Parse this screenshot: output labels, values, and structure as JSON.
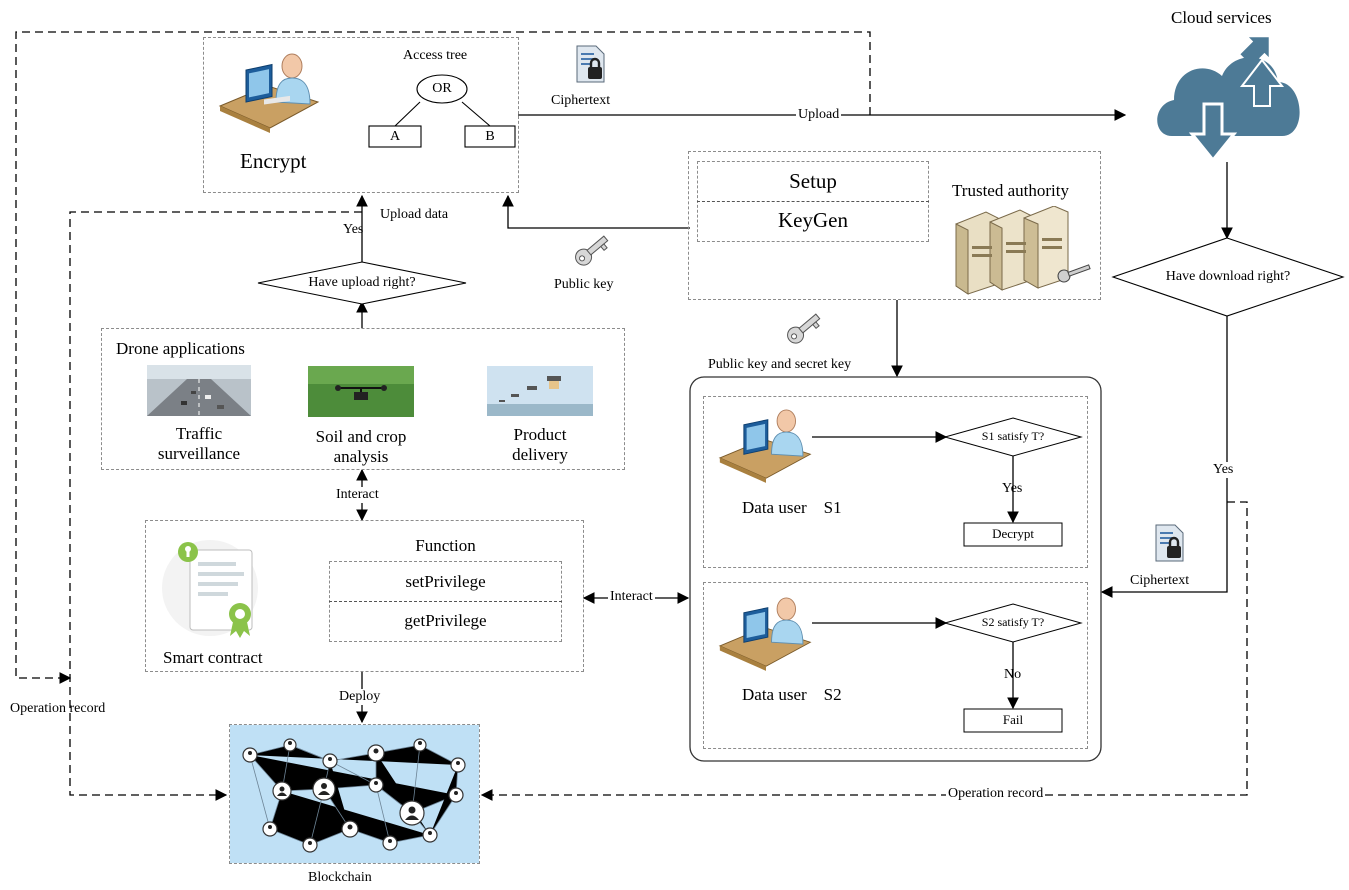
{
  "cloud": {
    "title": "Cloud services"
  },
  "encrypt": {
    "label": "Encrypt",
    "access_tree_title": "Access tree",
    "or_node": "OR",
    "leaf_a": "A",
    "leaf_b": "B"
  },
  "ciphertext_top": "Ciphertext",
  "upload_label": "Upload",
  "authority": {
    "setup": "Setup",
    "keygen": "KeyGen",
    "title": "Trusted authority"
  },
  "public_key": "Public key",
  "public_and_secret_key": "Public key and secret key",
  "upload_data": "Upload data",
  "yes_upload": "Yes",
  "upload_decision": "Have upload right?",
  "download_decision": "Have download right?",
  "yes_download": "Yes",
  "drone": {
    "title": "Drone applications",
    "apps": [
      {
        "line1": "Traffic",
        "line2": "surveillance"
      },
      {
        "line1": "Soil and crop",
        "line2": "analysis"
      },
      {
        "line1": "Product",
        "line2": "delivery"
      }
    ]
  },
  "interact_vertical": "Interact",
  "interact_horizontal": "Interact",
  "contract": {
    "label": "Smart contract",
    "function_title": "Function",
    "functions": [
      "setPrivilege",
      "getPrivilege"
    ]
  },
  "deploy": "Deploy",
  "blockchain": "Blockchain",
  "operation_record_left": "Operation record",
  "operation_record_bottom": "Operation record",
  "ciphertext_right": "Ciphertext",
  "users": [
    {
      "name": "Data user",
      "id": "S1",
      "check": "S1 satisfy T?",
      "branch": "Yes",
      "result": "Decrypt"
    },
    {
      "name": "Data user",
      "id": "S2",
      "check": "S2 satisfy T?",
      "branch": "No",
      "result": "Fail"
    }
  ],
  "colors": {
    "cloud": "#4d7a96",
    "skin": "#f2c8a8",
    "shirt": "#a9d6f0",
    "desk": "#c9a063",
    "monitor": "#1d5d9b",
    "blockchain_bg": "#bfe0f5",
    "contract_green": "#8bc34a"
  }
}
